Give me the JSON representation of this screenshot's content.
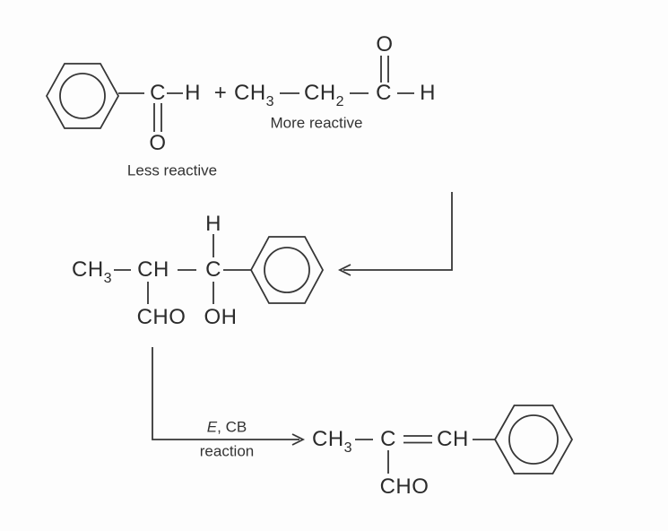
{
  "reaction_scheme": {
    "benzaldehyde": {
      "atom_c": "C",
      "atom_h": "H",
      "atom_o": "O",
      "reactivity_label": "Less reactive"
    },
    "plus": "+",
    "propanal": {
      "methyl": "CH",
      "methyl_sub": "3",
      "methylene": "CH",
      "methylene_sub": "2",
      "atom_c": "C",
      "atom_h": "H",
      "atom_o": "O",
      "reactivity_label": "More reactive"
    },
    "intermediate": {
      "methyl": "CH",
      "methyl_sub": "3",
      "methine": "CH",
      "atom_c": "C",
      "atom_h": "H",
      "aldehyde": "CHO",
      "hydroxyl": "OH"
    },
    "conditions": {
      "top_italic": "E",
      "top_rest": ", CB",
      "bottom": "reaction"
    },
    "product": {
      "methyl": "CH",
      "methyl_sub": "3",
      "atom_c": "C",
      "methine": "CH",
      "aldehyde": "CHO"
    },
    "colors": {
      "line": "#363636",
      "text": "#2b2b2b",
      "background": "#fdfdfd"
    }
  }
}
